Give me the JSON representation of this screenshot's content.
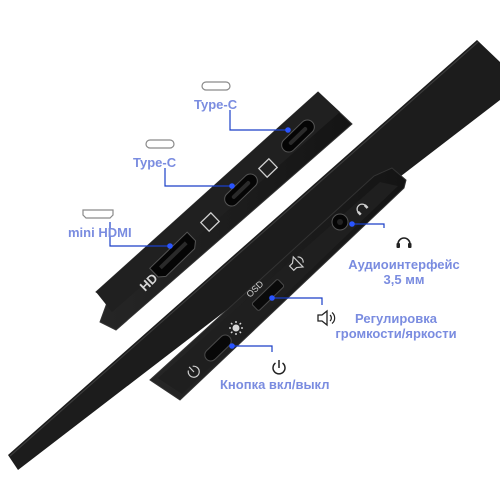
{
  "colors": {
    "label": "#7a8ce0",
    "connector": "#1a3fc8",
    "dot": "#2a55ff",
    "device": "#1b1b1b",
    "device_edge": "#2c2c2c",
    "port": "#050505",
    "port_outline": "#9a9a9a"
  },
  "labels": {
    "type_c_top": "Type-C",
    "type_c_mid": "Type-C",
    "mini_hdmi": "mini HDMI",
    "audio_line1": "Аудиоинтерфейс",
    "audio_line2": "3,5 мм",
    "volume_line1": "Регулировка",
    "volume_line2": "громкости/яркости",
    "power": "Кнопка вкл/выкл"
  },
  "device_markings": {
    "hd": "HD",
    "osd": "OSD"
  },
  "icons": {
    "type_c_top": "usb-c-port-icon",
    "type_c_mid": "usb-c-port-icon",
    "mini_hdmi": "mini-hdmi-port-icon",
    "audio": "headphones-icon",
    "volume": "speaker-volume-icon",
    "power": "power-icon"
  }
}
